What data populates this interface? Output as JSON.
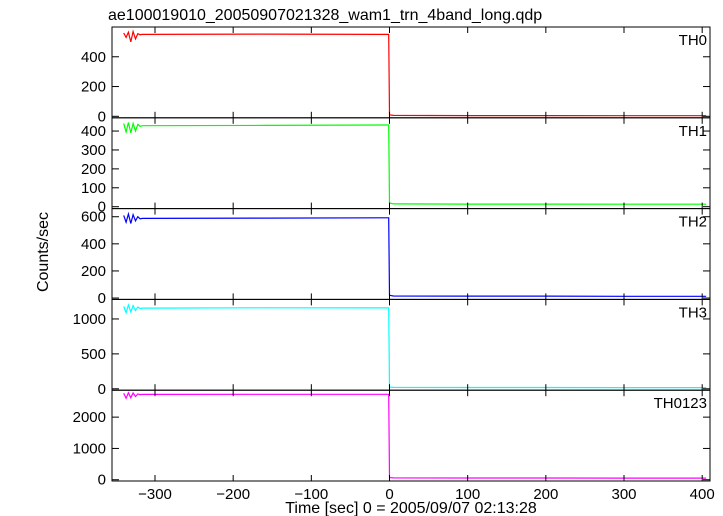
{
  "chart_data": {
    "type": "line",
    "title": "ae100019010_20050907021328_wam1_trn_4band_long.qdp",
    "xlabel": "Time [sec] 0 = 2005/09/07 02:13:28",
    "ylabel": "Counts/sec",
    "xlim": [
      -355,
      410
    ],
    "x_ticks": [
      -300,
      -200,
      -100,
      0,
      100,
      200,
      300,
      400
    ],
    "x_tick_labels": [
      "−300",
      "−200",
      "−100",
      "0",
      "100",
      "200",
      "300",
      "400"
    ],
    "panels": [
      {
        "name": "TH0",
        "color": "#ff0000",
        "ylim": [
          -10,
          600
        ],
        "y_ticks": [
          0,
          200,
          400
        ],
        "x": [
          -340,
          -337,
          -334,
          -331,
          -328,
          -325,
          -322,
          -319,
          -316,
          -160,
          -1,
          0,
          5,
          100,
          200,
          300,
          405
        ],
        "y": [
          560,
          530,
          565,
          500,
          570,
          520,
          555,
          548,
          550,
          552,
          550,
          10,
          6,
          5,
          5,
          4,
          4
        ]
      },
      {
        "name": "TH1",
        "color": "#00ff00",
        "ylim": [
          -10,
          470
        ],
        "y_ticks": [
          0,
          100,
          200,
          300,
          400
        ],
        "x": [
          -340,
          -337,
          -334,
          -331,
          -328,
          -325,
          -322,
          -319,
          -316,
          -160,
          -1,
          0,
          5,
          100,
          200,
          300,
          405
        ],
        "y": [
          440,
          395,
          445,
          390,
          440,
          400,
          435,
          425,
          428,
          430,
          432,
          20,
          15,
          14,
          14,
          13,
          13
        ]
      },
      {
        "name": "TH2",
        "color": "#0000ff",
        "ylim": [
          -10,
          660
        ],
        "y_ticks": [
          0,
          200,
          400,
          600
        ],
        "x": [
          -340,
          -337,
          -334,
          -331,
          -328,
          -325,
          -322,
          -319,
          -316,
          -160,
          -1,
          0,
          5,
          100,
          200,
          300,
          405
        ],
        "y": [
          610,
          560,
          620,
          550,
          615,
          570,
          600,
          585,
          588,
          590,
          592,
          20,
          15,
          14,
          14,
          13,
          13
        ]
      },
      {
        "name": "TH3",
        "color": "#00ffff",
        "ylim": [
          -20,
          1280
        ],
        "y_ticks": [
          0,
          500,
          1000
        ],
        "x": [
          -340,
          -337,
          -334,
          -331,
          -328,
          -325,
          -322,
          -319,
          -316,
          -160,
          -1,
          0,
          5,
          100,
          200,
          300,
          405
        ],
        "y": [
          1180,
          1090,
          1200,
          1100,
          1190,
          1120,
          1170,
          1150,
          1155,
          1160,
          1158,
          25,
          20,
          18,
          18,
          17,
          17
        ]
      },
      {
        "name": "TH0123",
        "color": "#ff00ff",
        "ylim": [
          -40,
          2860
        ],
        "y_ticks": [
          0,
          1000,
          2000
        ],
        "x": [
          -340,
          -337,
          -334,
          -331,
          -328,
          -325,
          -322,
          -319,
          -316,
          -160,
          -1,
          0,
          5,
          100,
          200,
          300,
          405
        ],
        "y": [
          2760,
          2600,
          2780,
          2620,
          2770,
          2660,
          2740,
          2720,
          2725,
          2730,
          2730,
          70,
          60,
          55,
          55,
          52,
          52
        ]
      }
    ]
  }
}
